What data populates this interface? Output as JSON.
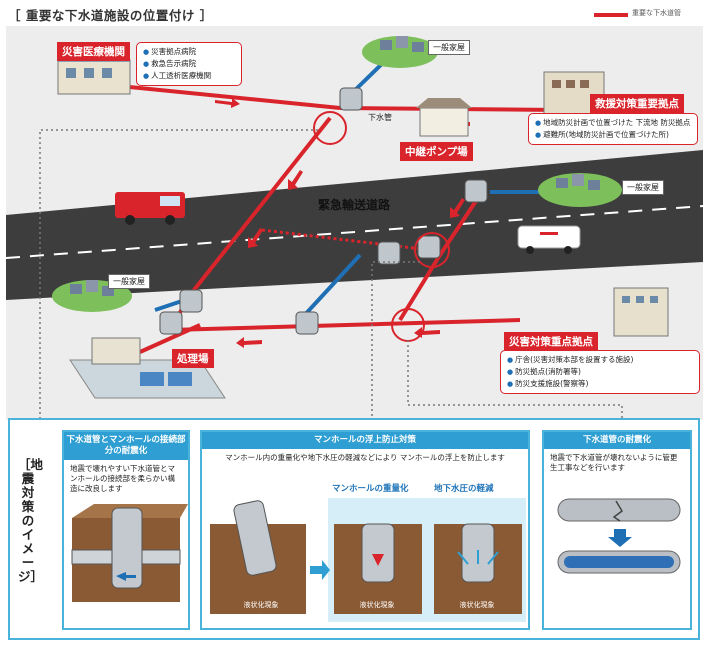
{
  "title": "［ 重要な下水道施設の位置付け ］",
  "legend": {
    "text": "重要な下水道管"
  },
  "map": {
    "disaster_hospital": {
      "label": "災害医療機関",
      "items": [
        "災害拠点病院",
        "救急告示病院",
        "人工透析医療機関"
      ]
    },
    "rescue_base": {
      "label": "救援対策重要拠点",
      "items": [
        "地域防災計画で位置づけた 下流地 防災拠点",
        "避難所(地域防災計画で位置づけた所)"
      ]
    },
    "pump_station": {
      "label": "中継ポンプ場"
    },
    "house_top": "一般家屋",
    "house_right": "一般家屋",
    "house_left": "一般家屋",
    "pipe_label": "下水管",
    "road": "緊急輸送道路",
    "treatment_plant": {
      "label": "処理場"
    },
    "disaster_base": {
      "label": "災害対策重点拠点",
      "items": [
        "庁舎(災害対策本部を設置する施設)",
        "防災拠点(消防署等)",
        "防災支援施設(警察等)"
      ]
    }
  },
  "vertical_title": "［地震対策のイメージ］",
  "panels": {
    "p1": {
      "head": "下水道管とマンホールの接続部分の耐震化",
      "desc": "地震で壊れやすい下水道管とマンホールの接続部を柔らかい構造に改良します"
    },
    "p2": {
      "head": "マンホールの浮上防止対策",
      "desc": "マンホール内の重量化や地下水圧の軽減などにより マンホールの浮上を防止します",
      "sub1": "マンホールの重量化",
      "sub2": "地下水圧の軽減",
      "cap1": "液状化現象",
      "cap2": "液状化現象",
      "cap3": "液状化現象"
    },
    "p3": {
      "head": "下水道管の耐震化",
      "desc": "地震で下水道管が壊れないように管更生工事などを行います"
    }
  },
  "colors": {
    "red": "#d9242b",
    "blue": "#1f6fb5",
    "frame": "#4ab3d9",
    "road": "#3d3d3d"
  }
}
